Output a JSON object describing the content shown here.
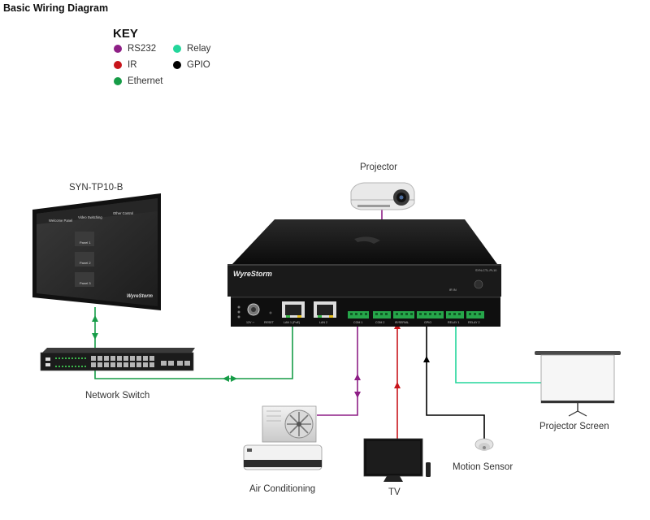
{
  "title": "Basic Wiring Diagram",
  "key": {
    "heading": "KEY",
    "items": [
      {
        "label": "RS232",
        "color": "#8e1f86"
      },
      {
        "label": "IR",
        "color": "#c8151b"
      },
      {
        "label": "Ethernet",
        "color": "#169c47"
      },
      {
        "label": "Relay",
        "color": "#23d69b"
      },
      {
        "label": "GPIO",
        "color": "#000000"
      }
    ]
  },
  "devices": {
    "touch_panel": "SYN-TP10-B",
    "projector": "Projector",
    "network_switch": "Network Switch",
    "projector_screen": "Projector Screen",
    "motion_sensor": "Motion Sensor",
    "air_conditioning": "Air Conditioning",
    "tv": "TV"
  },
  "controller": {
    "brand": "WyreStorm",
    "model": "SYN-CTL-PL10",
    "ir_in": "IR IN",
    "ports": {
      "power": "12V ⎓",
      "reset": "RESET",
      "lan1": "LAN 1 (PoE)",
      "lan2": "LAN 2",
      "com1": "COM 1",
      "com2": "COM 2",
      "ir": "IR/SERIAL",
      "gpio": "GPIO",
      "relay1": "RELAY 1",
      "relay2": "RELAY 2"
    }
  },
  "panel_ui": {
    "tabs": [
      "Welcome Panel",
      "Video Switching",
      "Other Control"
    ],
    "buttons": [
      "Panel 1",
      "Panel 2",
      "Panel 3"
    ],
    "brand": "WyreStorm"
  }
}
